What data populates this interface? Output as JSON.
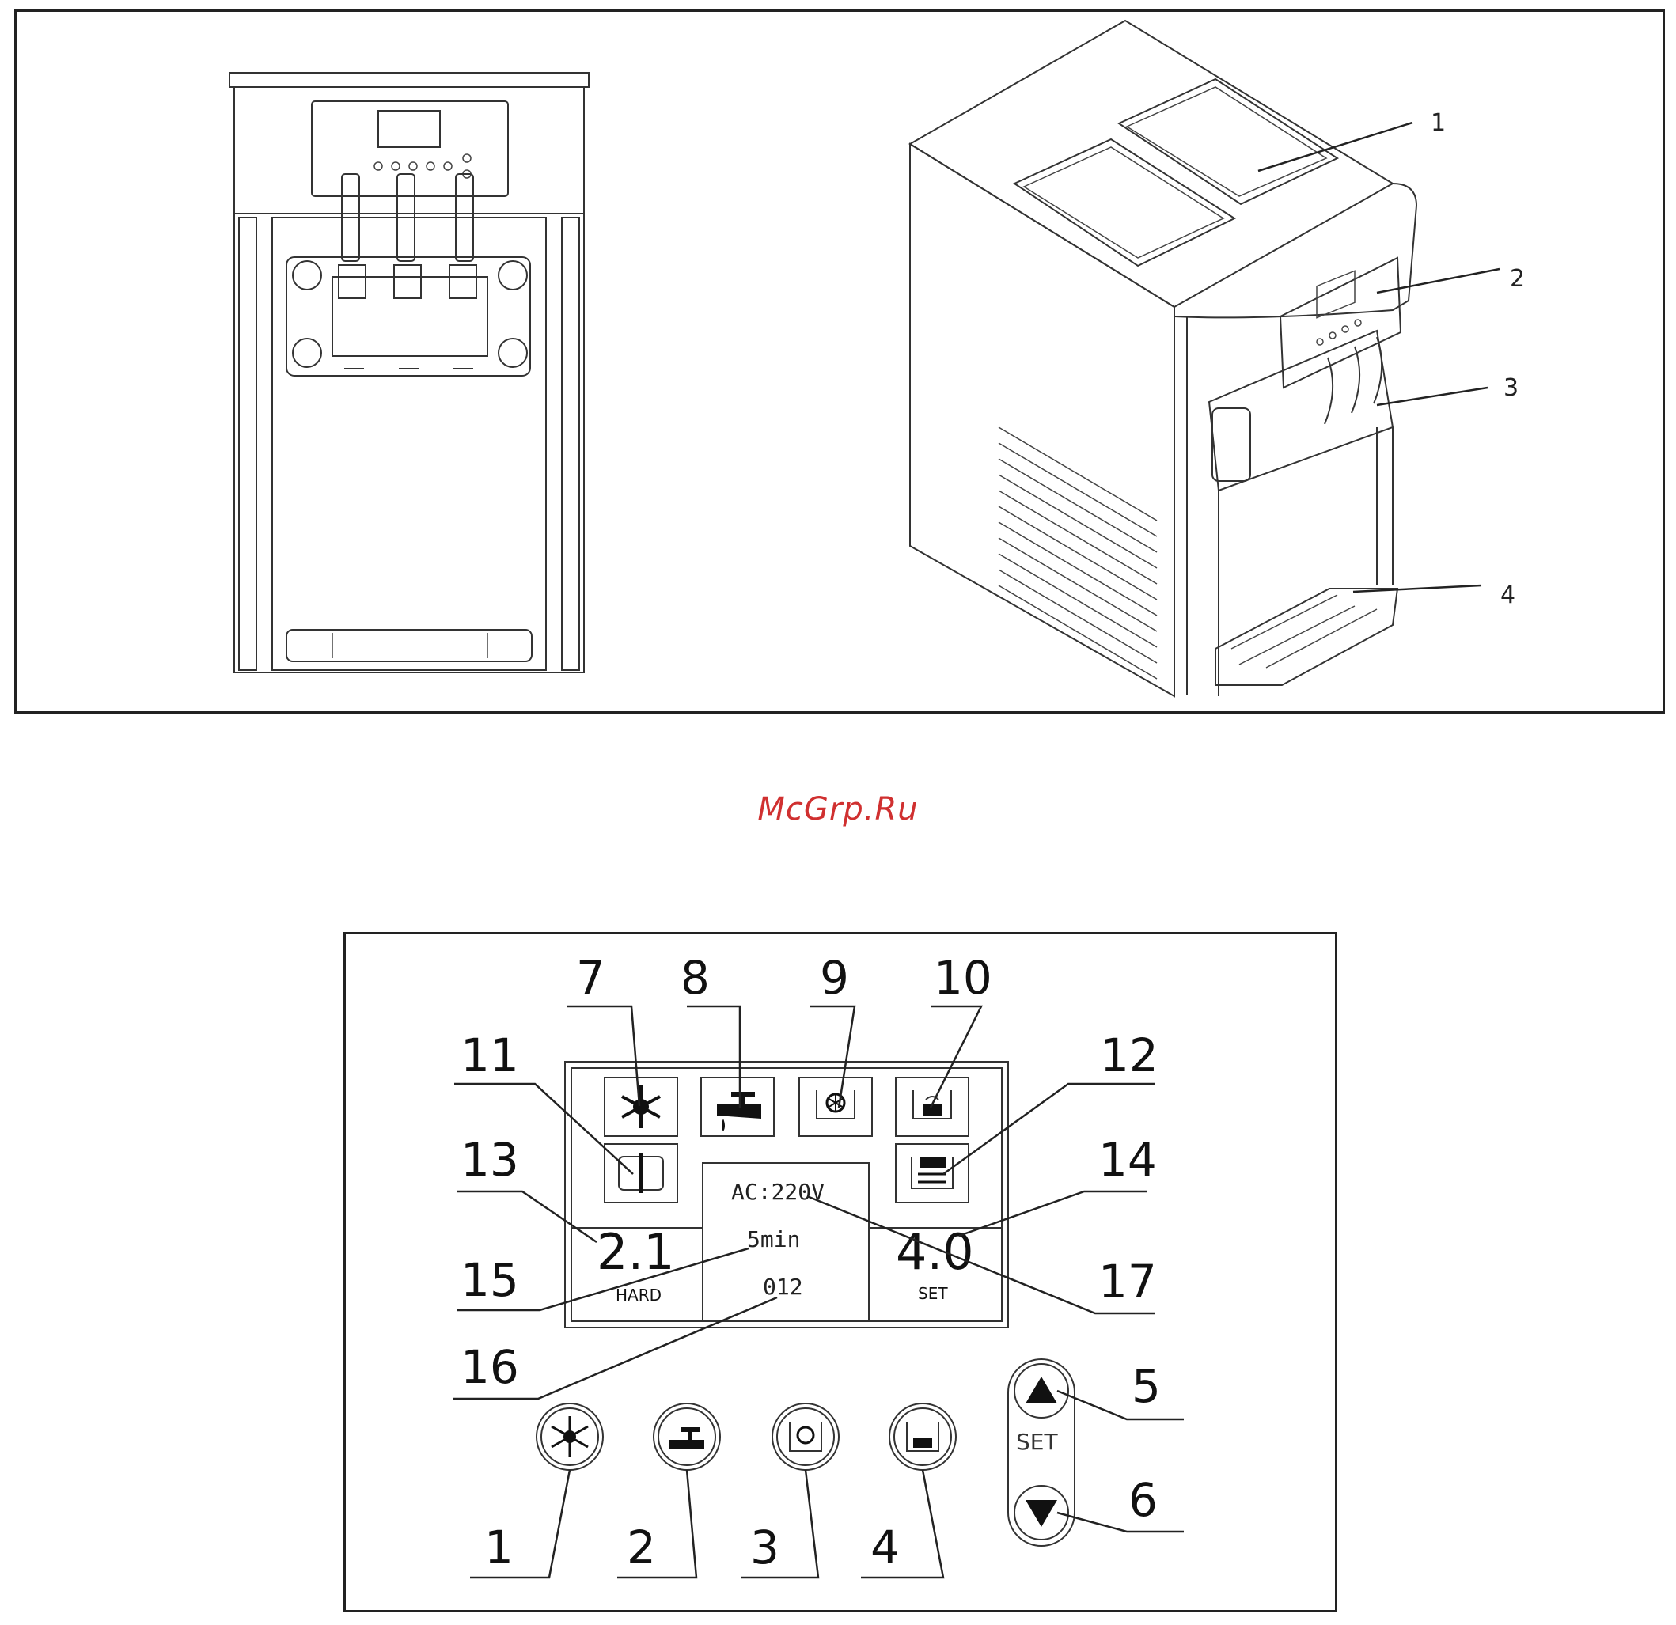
{
  "watermark": "McGrp.Ru",
  "machine_callouts": [
    "1",
    "2",
    "3",
    "4"
  ],
  "panel_callouts": {
    "n1": "1",
    "n2": "2",
    "n3": "3",
    "n4": "4",
    "n5": "5",
    "n6": "6",
    "n7": "7",
    "n8": "8",
    "n9": "9",
    "n10": "10",
    "n11": "11",
    "n12": "12",
    "n13": "13",
    "n14": "14",
    "n15": "15",
    "n16": "16",
    "n17": "17"
  },
  "display": {
    "voltage": "AC:220V",
    "timer": "5min",
    "counter": "012",
    "hardness_value": "2.1",
    "hardness_label": "HARD",
    "set_value": "4.0",
    "set_label": "SET"
  },
  "keypad": {
    "set_label": "SET"
  },
  "icons": {
    "display_row1": [
      "snowflake-icon",
      "tap-icon",
      "tank-freeze-icon",
      "tank-wash-icon"
    ],
    "display_row2": [
      "motor-icon",
      "cup-full-icon"
    ],
    "buttons": [
      "snowflake-icon",
      "tap-icon",
      "tank-freeze-icon",
      "tank-wash-icon"
    ],
    "arrows": [
      "arrow-up-icon",
      "arrow-down-icon"
    ]
  }
}
